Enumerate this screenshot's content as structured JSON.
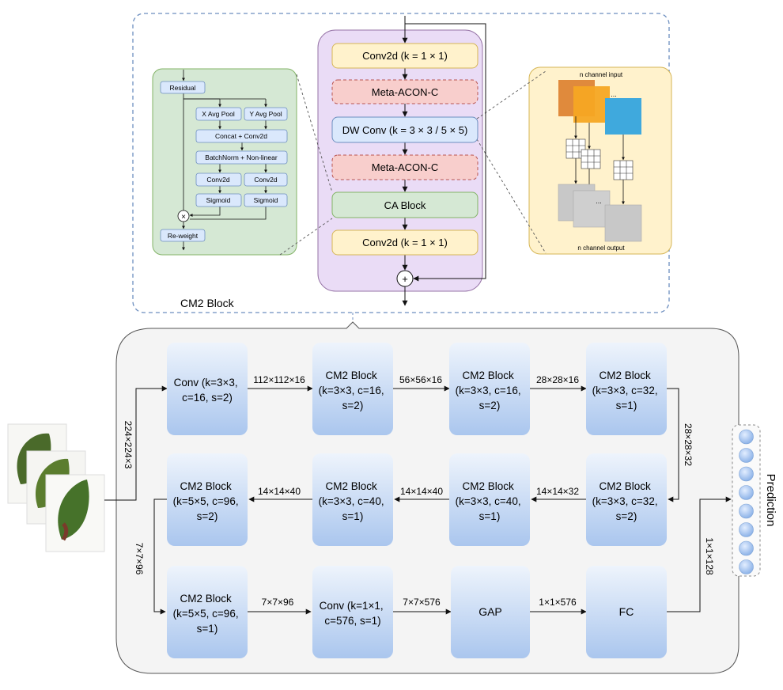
{
  "colors": {
    "dashed_border": "#6c8ebf",
    "purple_fill": "#eadcf6",
    "purple_stroke": "#9673a6",
    "yellow_fill": "#fff2cc",
    "yellow_stroke": "#d6b656",
    "pink_fill": "#f8cecc",
    "pink_stroke": "#b85450",
    "blue_fill": "#dae8fc",
    "blue_stroke": "#6c8ebf",
    "green_fill": "#d5e8d4",
    "green_stroke": "#82b366",
    "gray_panel": "#f4f4f4",
    "block_top": "#eaf1fb",
    "block_bottom": "#b3cdf0",
    "orange1": "#e08a3c",
    "orange2": "#f5a623",
    "cyan": "#3fa9dd",
    "gray_map": "#c8c8c8"
  },
  "cm2_block": {
    "title": "CM2 Block",
    "main_flow": [
      "Conv2d (k = 1 × 1)",
      "Meta-ACON-C",
      "DW Conv (k = 3 × 3 / 5 × 5)",
      "Meta-ACON-C",
      "CA Block",
      "Conv2d (k = 1 × 1)"
    ],
    "add_symbol": "+"
  },
  "ca_detail": {
    "residual": "Residual",
    "x_pool": "X Avg Pool",
    "y_pool": "Y Avg Pool",
    "concat": "Concat + Conv2d",
    "batchnorm": "BatchNorm + Non-linear",
    "conv_left": "Conv2d",
    "conv_right": "Conv2d",
    "sigmoid_left": "Sigmoid",
    "sigmoid_right": "Sigmoid",
    "multiply_symbol": "×",
    "reweight": "Re-weight"
  },
  "dw_detail": {
    "input_label": "n channel input",
    "output_label": "n channel output"
  },
  "network": {
    "row1": [
      [
        "Conv (k=3×3,",
        "c=16, s=2)"
      ],
      [
        "CM2 Block",
        "(k=3×3, c=16,",
        "s=2)"
      ],
      [
        "CM2 Block",
        "(k=3×3, c=16,",
        "s=2)"
      ],
      [
        "CM2 Block",
        "(k=3×3, c=32,",
        "s=1)"
      ]
    ],
    "row2": [
      [
        "CM2 Block",
        "(k=5×5, c=96,",
        "s=2)"
      ],
      [
        "CM2 Block",
        "(k=3×3, c=40,",
        "s=1)"
      ],
      [
        "CM2 Block",
        "(k=3×3, c=40,",
        "s=1)"
      ],
      [
        "CM2 Block",
        "(k=3×3, c=32,",
        "s=2)"
      ]
    ],
    "row3": [
      [
        "CM2 Block",
        "(k=5×5, c=96,",
        "s=1)"
      ],
      [
        "Conv (k=1×1,",
        "c=576, s=1)"
      ],
      [
        "GAP"
      ],
      [
        "FC"
      ]
    ],
    "edges": {
      "input": "224×224×3",
      "r1_1": "112×112×16",
      "r1_2": "56×56×16",
      "r1_3": "28×28×16",
      "r1_down": "28×28×32",
      "r2_1": "14×14×32",
      "r2_2": "14×14×40",
      "r2_3": "14×14×40",
      "r2_down": "7×7×96",
      "r3_1": "7×7×96",
      "r3_2": "7×7×576",
      "r3_3": "1×1×576",
      "output": "1×1×128"
    }
  },
  "prediction": {
    "label": "Prediction",
    "node_count": 8
  }
}
